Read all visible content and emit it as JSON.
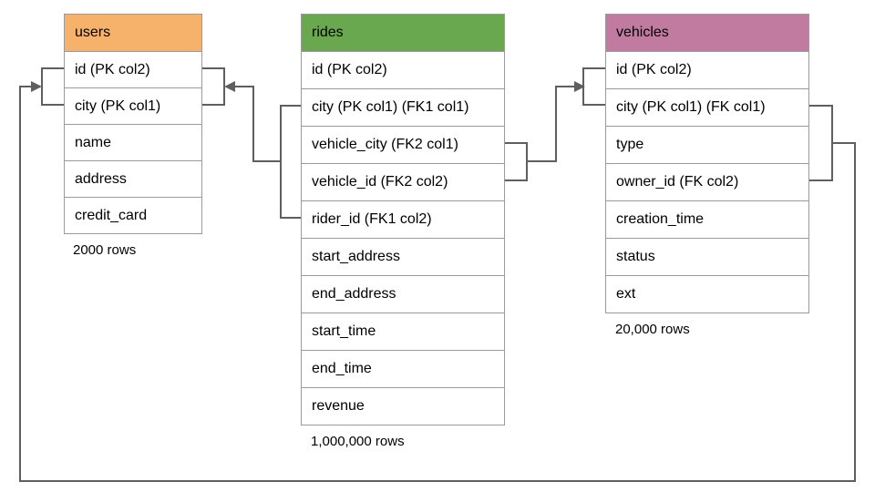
{
  "erd": {
    "colors": {
      "users_header": "#F6B26B",
      "rides_header": "#6AA84F",
      "vehicles_header": "#C27BA0",
      "connector": "#5F5F5F",
      "border": "#9A9A9A"
    },
    "tables": [
      {
        "name": "users",
        "header_color": "#F6B26B",
        "columns": [
          "id (PK col2)",
          "city (PK col1)",
          "name",
          "address",
          "credit_card"
        ],
        "row_count_label": "2000 rows"
      },
      {
        "name": "rides",
        "header_color": "#6AA84F",
        "columns": [
          "id (PK col2)",
          "city (PK col1) (FK1 col1)",
          "vehicle_city (FK2 col1)",
          "vehicle_id (FK2 col2)",
          "rider_id (FK1 col2)",
          "start_address",
          "end_address",
          "start_time",
          "end_time",
          "revenue"
        ],
        "row_count_label": "1,000,000 rows"
      },
      {
        "name": "vehicles",
        "header_color": "#C27BA0",
        "columns": [
          "id (PK col2)",
          "city (PK col1) (FK col1)",
          "type",
          "owner_id (FK col2)",
          "creation_time",
          "status",
          "ext"
        ],
        "row_count_label": "20,000 rows"
      }
    ],
    "relationships": [
      {
        "from_table": "rides",
        "from_columns": "city (FK1 col1), rider_id (FK1 col2)",
        "to_table": "users",
        "to_columns": "id (PK col2), city (PK col1)"
      },
      {
        "from_table": "rides",
        "from_columns": "vehicle_city (FK2 col1), vehicle_id (FK2 col2)",
        "to_table": "vehicles",
        "to_columns": "id (PK col2), city (PK col1)"
      },
      {
        "from_table": "vehicles",
        "from_columns": "city (FK col1), owner_id (FK col2)",
        "to_table": "users",
        "to_columns": "id (PK col2), city (PK col1)"
      }
    ]
  }
}
